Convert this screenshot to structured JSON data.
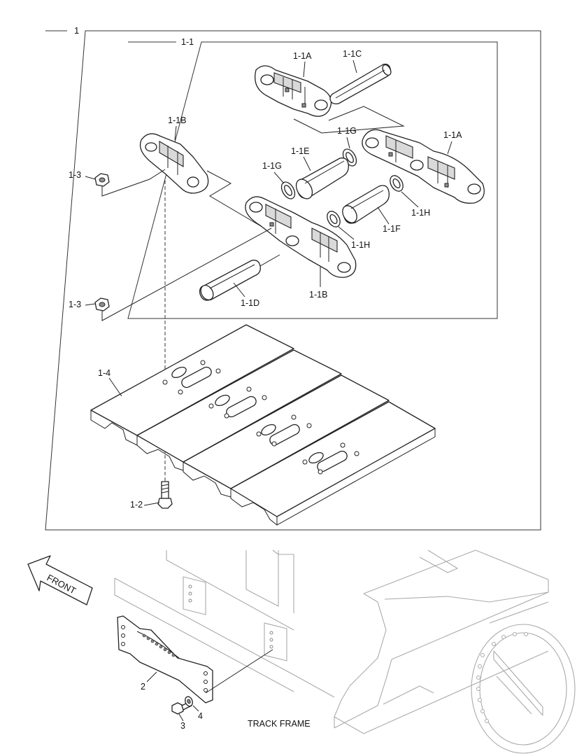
{
  "labels": {
    "assembly": "1",
    "sub_assembly": "1-1",
    "link_a_top": "1-1A",
    "pin_c": "1-1C",
    "link_b_left": "1-1B",
    "seal_g_upper": "1-1G",
    "link_a_right": "1-1A",
    "bushing_e": "1-1E",
    "seal_g_left": "1-1G",
    "nut_upper": "1-3",
    "seal_h_right": "1-1H",
    "bushing_f": "1-1F",
    "seal_h_lower": "1-1H",
    "pin_d": "1-1D",
    "link_b_lower": "1-1B",
    "nut_lower": "1-3",
    "shoe": "1-4",
    "bolt": "1-2",
    "guard": "2",
    "guard_bolt": "3",
    "washer": "4",
    "track_frame": "TRACK FRAME",
    "front_arrow": "FRONT"
  },
  "icons": {
    "direction": "front-arrow-icon"
  }
}
